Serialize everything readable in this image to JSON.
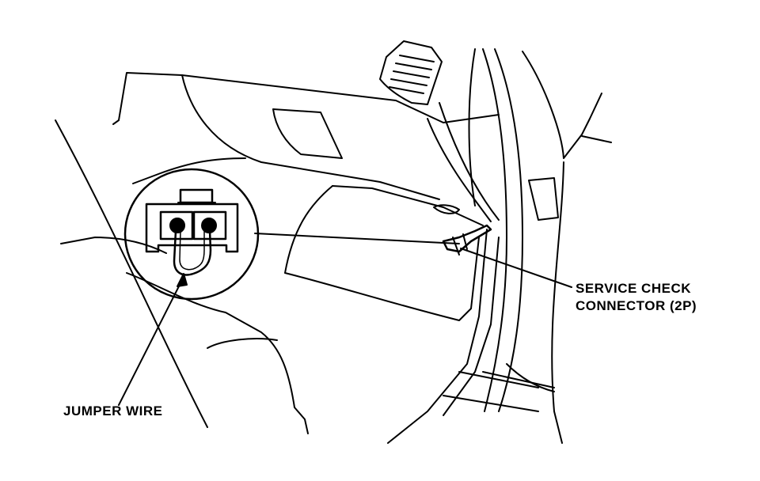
{
  "labels": {
    "service_check_line1": "SERVICE CHECK",
    "service_check_line2": "CONNECTOR (2P)",
    "jumper_wire": "JUMPER WIRE"
  },
  "colors": {
    "ink": "#000000",
    "background": "#ffffff"
  }
}
